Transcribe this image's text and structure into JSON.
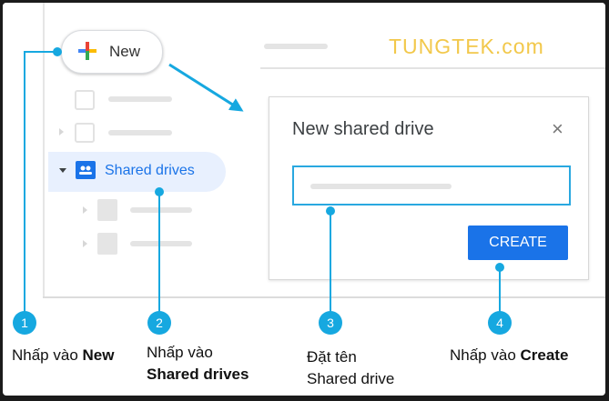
{
  "brand": "TUNGTEK.com",
  "sidebar": {
    "new_label": "New",
    "shared_drives_label": "Shared drives"
  },
  "dialog": {
    "title": "New shared drive",
    "close_glyph": "×",
    "create_label": "CREATE"
  },
  "steps": [
    {
      "number": "1",
      "line1": "Nhấp vào ",
      "line1_bold": "New",
      "line2_bold": ""
    },
    {
      "number": "2",
      "line1": "Nhấp vào",
      "line1_bold": "",
      "line2_bold": "Shared drives"
    },
    {
      "number": "3",
      "line1": "Đặt tên",
      "line1_bold": "",
      "line2": "Shared drive"
    },
    {
      "number": "4",
      "line1": "Nhấp vào ",
      "line1_bold": "Create",
      "line2_bold": ""
    }
  ],
  "colors": {
    "accent": "#16a8e0",
    "google_blue": "#1a73e8",
    "brand_yellow": "#f2c84b"
  }
}
